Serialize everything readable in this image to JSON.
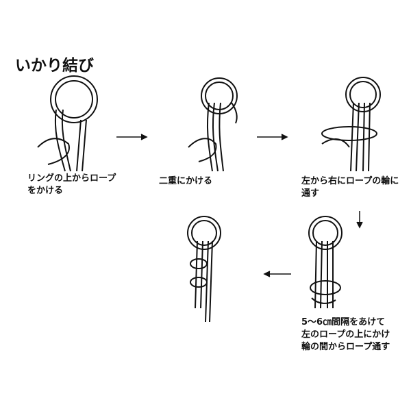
{
  "title": "いかり結び",
  "steps": [
    {
      "lines": [
        "リングの上からロープ",
        "をかける"
      ]
    },
    {
      "lines": [
        "二重にかける"
      ]
    },
    {
      "lines": [
        "左から右にロープの輪に",
        "通す"
      ]
    },
    {
      "lines": [
        "5～6㎝間隔をあけて",
        "左のロープの上にかけ",
        "輪の間からロープ通す"
      ]
    }
  ],
  "colors": {
    "ink": "#111111",
    "background": "#ffffff"
  }
}
